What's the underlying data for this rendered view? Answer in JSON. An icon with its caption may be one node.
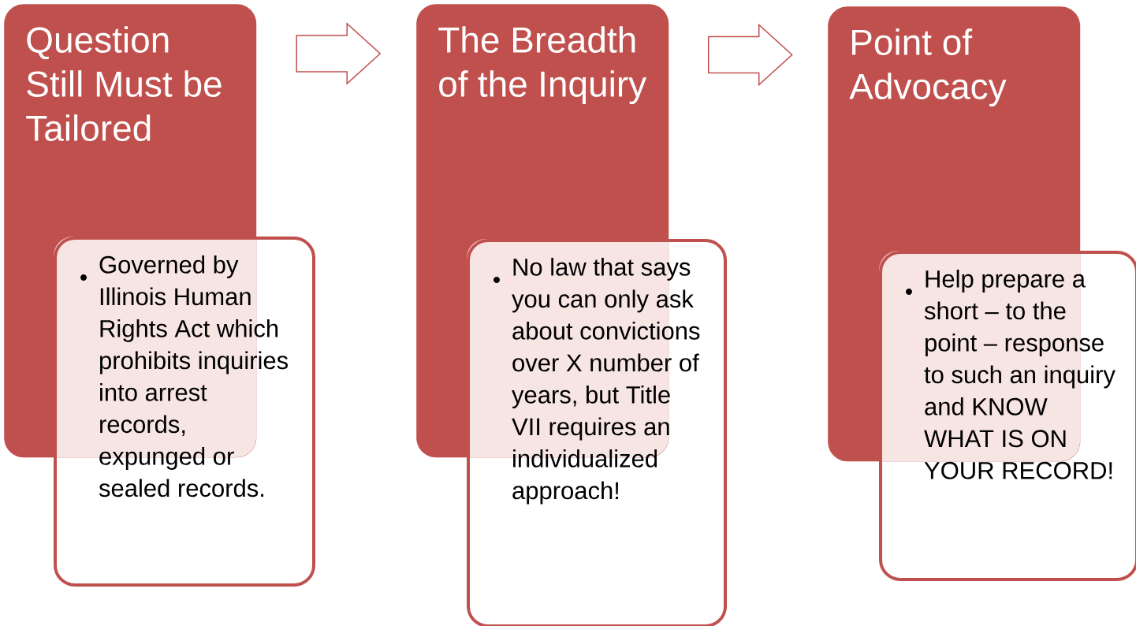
{
  "diagram": {
    "nodes": [
      {
        "text": [
          "Question Still Must be Tailored"
        ]
      },
      {
        "text": [
          "Governed by Illinois Human Rights Act which prohibits inquiries into arrest records, expunged or sealed records."
        ]
      },
      {
        "text": [
          "The Breadth of the Inquiry"
        ]
      },
      {
        "text": [
          "No law that says you can only ask about convictions over X number of years, but Title VII requires an individualized approach!"
        ]
      },
      {
        "text": [
          "Point of Advocacy"
        ]
      },
      {
        "text": [
          "Help prepare a short – to the point – response to such an inquiry and KNOW WHAT IS ON YOUR RECORD!"
        ]
      }
    ],
    "edges": [
      {
        "from": 0,
        "to": 2,
        "arrow": "to"
      },
      {
        "from": 2,
        "to": 4,
        "arrow": "to"
      }
    ]
  }
}
